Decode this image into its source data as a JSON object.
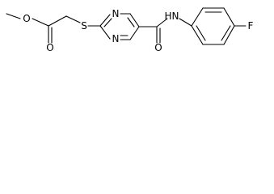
{
  "atom_labels": {
    "ester_oxygen": "O",
    "carbonyl_oxygen_ester": "O",
    "sulfur": "S",
    "ring_nitrogen_top": "N",
    "ring_nitrogen_bottom": "N",
    "amide_nitrogen": "N",
    "amide_hydrogen": "H",
    "amide_carbonyl_oxygen": "O",
    "fluorine": "F"
  }
}
